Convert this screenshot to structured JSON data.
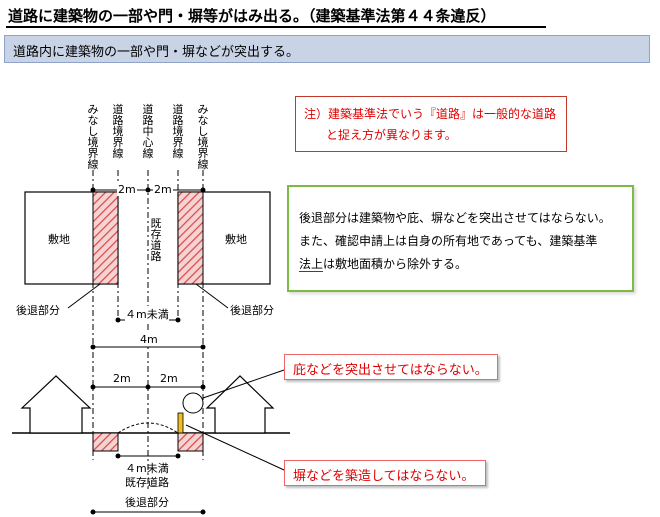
{
  "title": "道路に建築物の一部や門・塀等がはみ出る。（建築基準法第４４条違反）",
  "banner": "道路内に建築物の一部や門・塀などが突出する。",
  "note": {
    "line1": "注）建築基準法でいう『道路』は一般的な道路",
    "line2": "と捉え方が異なります。"
  },
  "explain": {
    "line1": "後退部分は建築物や庇、塀などを突出させてはならない。",
    "line2": "また、確認申請上は自身の所有地であっても、建築基準",
    "line3_underlined": "法上",
    "line3_rest": "は敷地面積から除外する。"
  },
  "callouts": {
    "eave": "庇などを突出させてはならない。",
    "wall": "塀などを築造してはならない。"
  },
  "plan": {
    "vertical_labels": [
      "みなし境界線",
      "道路境界線",
      "道路中心線",
      "道路境界線",
      "みなし境界線"
    ],
    "site_left": "敷地",
    "site_right": "敷地",
    "road": "既存道路",
    "setback_left": "後退部分",
    "setback_right": "後退部分",
    "dim_2m_left": "2m",
    "dim_2m_right": "2m",
    "dim_under4m": "４m未満",
    "dim_4m": "4m"
  },
  "section": {
    "dim_2m_left": "2m",
    "dim_2m_right": "2m",
    "dim_under4m": "４m未満",
    "road": "既存道路",
    "setback": "後退部分"
  }
}
